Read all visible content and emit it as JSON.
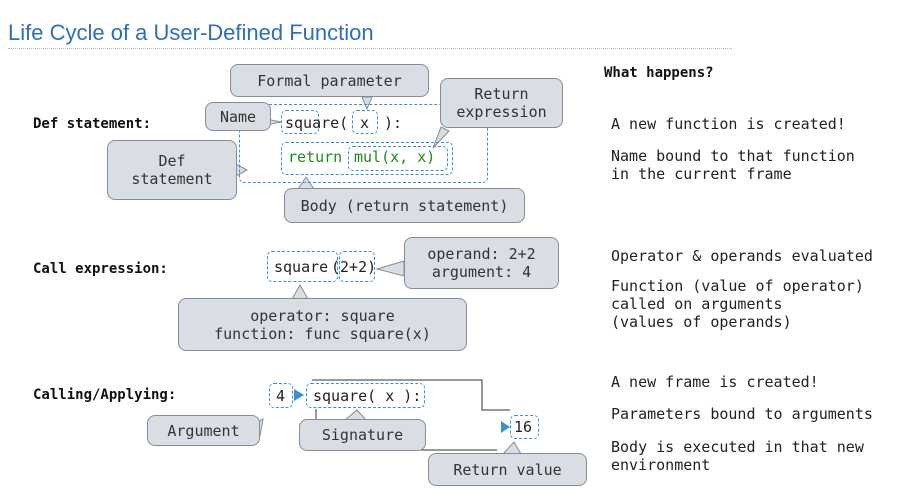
{
  "title": "Life Cycle of a User-Defined Function",
  "def_section": {
    "label": "Def statement:",
    "header_code": [
      "square(",
      "x",
      "):"
    ],
    "body_code": [
      "return",
      "mul(x, x)"
    ],
    "callouts": {
      "formal_parameter": "Formal parameter",
      "return_expression": [
        "Return",
        "expression"
      ],
      "name": "Name",
      "def_statement": [
        "Def",
        "statement"
      ],
      "body": "Body (return statement)"
    }
  },
  "call_section": {
    "label": "Call expression:",
    "operator_code": "square",
    "operand_code": "(2+2)",
    "callouts": {
      "operand": [
        "operand: 2+2",
        "argument: 4"
      ],
      "operator": [
        "operator: square",
        "function: func square(x)"
      ]
    }
  },
  "apply_section": {
    "label": "Calling/Applying:",
    "argument_value": "4",
    "signature_code": "square( x ):",
    "result_value": "16",
    "callouts": {
      "argument": "Argument",
      "signature": "Signature",
      "return_value": "Return value"
    }
  },
  "what_happens": {
    "heading": "What happens?",
    "def": [
      "A new function is created!",
      [
        "Name bound to that function",
        "in the current frame"
      ]
    ],
    "call": [
      "Operator & operands evaluated",
      [
        "Function (value of operator)",
        "called on arguments",
        "(values of operands)"
      ]
    ],
    "apply": [
      "A new frame is created!",
      "Parameters bound to arguments",
      [
        "Body is executed in that new",
        "environment"
      ]
    ]
  },
  "colors": {
    "title": "#2f6fb8",
    "code_keyword": "#1e8a1e",
    "highlight": "#3a8fd0",
    "callout_fill": "#d9dee4"
  }
}
